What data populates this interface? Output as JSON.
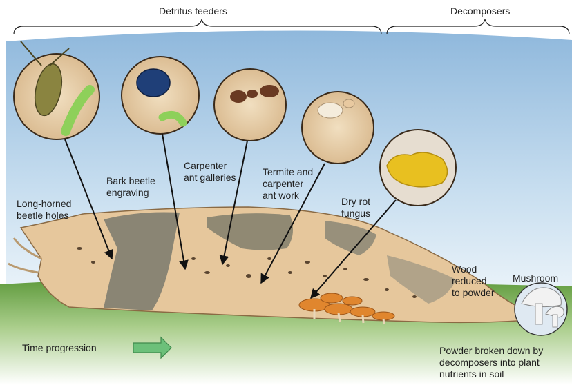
{
  "headers": {
    "detritus_feeders": "Detritus feeders",
    "decomposers": "Decomposers"
  },
  "labels": {
    "long_horned": [
      "Long-horned",
      "beetle holes"
    ],
    "bark_beetle": [
      "Bark beetle",
      "engraving"
    ],
    "carpenter_ant": [
      "Carpenter",
      "ant galleries"
    ],
    "termite": [
      "Termite and",
      "carpenter",
      "ant work"
    ],
    "dry_rot": [
      "Dry rot",
      "fungus"
    ],
    "wood_powder": [
      "Wood",
      "reduced",
      "to powder"
    ],
    "mushroom": "Mushroom",
    "powder_broken": [
      "Powder broken down by",
      "decomposers into plant",
      "nutrients in soil"
    ],
    "time_progression": "Time progression"
  },
  "colors": {
    "sky_top": "#8fb8dc",
    "sky_bottom": "#e8f1f8",
    "ground": "#6fa84a",
    "wood_light": "#e8c9a0",
    "bark_gray": "#7d7c6e",
    "fungus_orange": "#e0862e",
    "dry_rot_yellow": "#e8c020",
    "arrow_green": "#6cc07a"
  }
}
